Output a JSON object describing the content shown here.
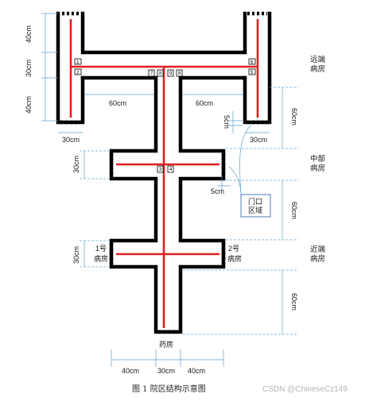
{
  "figure": {
    "caption": "图 1 院区结构示意图",
    "watermark": "CSDN @ChineseCz149"
  },
  "wards": {
    "far": [
      "远端",
      "病房"
    ],
    "middle": [
      "中部",
      "病房"
    ],
    "near": [
      "近端",
      "病房"
    ]
  },
  "rooms": {
    "room_1": [
      "1号",
      "病房"
    ],
    "room_2": [
      "2号",
      "病房"
    ],
    "pharmacy": "药房"
  },
  "door_area_label": [
    "门口",
    "区域"
  ],
  "dimensions": {
    "left_top_40": "40cm",
    "left_mid_30": "30cm",
    "left_low_40": "40cm",
    "corridor_left_60": "60cm",
    "corridor_right_60": "60cm",
    "left_wing_30": "30cm",
    "right_wing_30": "30cm",
    "right_gap_60_top": "60cm",
    "marker_gap_5": "5cm",
    "mid_wing_30": "30cm",
    "door_gap_5": "5cm",
    "right_gap_60_mid": "60cm",
    "near_wing_30": "30cm",
    "right_gap_60_low": "60cm",
    "bottom_40_left": "40cm",
    "bottom_30": "30cm",
    "bottom_40_right": "40cm"
  },
  "markers": {
    "m_left_top": "1",
    "m_left_low": "2",
    "m_right_top": "6",
    "m_right_low": "5",
    "m_center_1": "7",
    "m_center_2": "8",
    "m_center_3": "9",
    "m_center_4": "8",
    "m_mid_left": "3",
    "m_mid_right": "4"
  },
  "colors": {
    "wall": "#000000",
    "route": "#e02020",
    "dimension": "#5aa0d0",
    "door_area_box": "#3b6fb0"
  }
}
